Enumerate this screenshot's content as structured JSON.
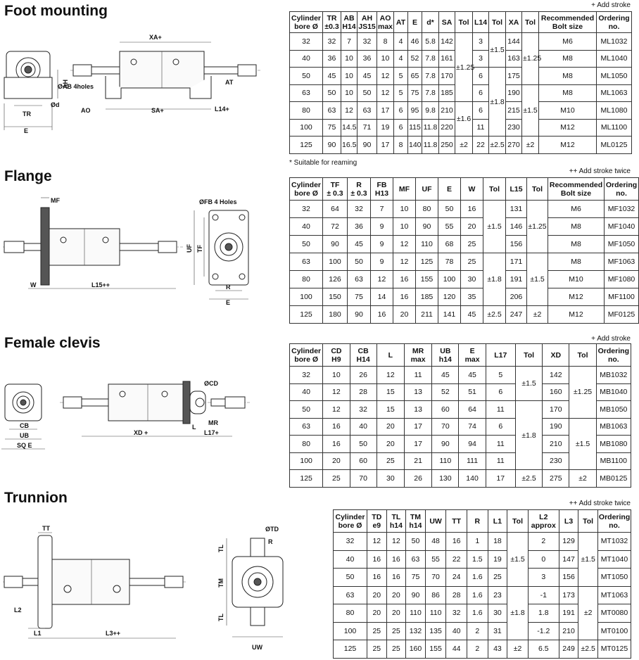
{
  "foot": {
    "title": "Foot mounting",
    "note_top": "+ Add stroke",
    "note_bottom": "* Suitable for reaming",
    "labels": {
      "xa": "XA+",
      "sa": "SA+",
      "ao": "AO",
      "at": "AT",
      "l14": "L14+",
      "ab": "ØAB 4holes",
      "ah": "AH",
      "d": "Ød",
      "tr": "TR",
      "e": "E"
    },
    "headers": [
      {
        "l1": "Cylinder",
        "l2": "bore Ø"
      },
      {
        "l1": "TR",
        "l2": "±0.3"
      },
      {
        "l1": "AB",
        "l2": "H14"
      },
      {
        "l1": "AH",
        "l2": "JS15"
      },
      {
        "l1": "AO",
        "l2": "max"
      },
      {
        "l1": "AT",
        "l2": ""
      },
      {
        "l1": "E",
        "l2": ""
      },
      {
        "l1": "d*",
        "l2": ""
      },
      {
        "l1": "SA",
        "l2": ""
      },
      {
        "l1": "Tol",
        "l2": ""
      },
      {
        "l1": "L14",
        "l2": ""
      },
      {
        "l1": "Tol",
        "l2": ""
      },
      {
        "l1": "XA",
        "l2": ""
      },
      {
        "l1": "Tol",
        "l2": ""
      },
      {
        "l1": "Recommended",
        "l2": "Bolt size"
      },
      {
        "l1": "Ordering",
        "l2": "no."
      }
    ],
    "rows": [
      {
        "bore": "32",
        "tr": "32",
        "ab": "7",
        "ah": "32",
        "ao": "8",
        "at": "4",
        "e": "46",
        "d": "5.8",
        "sa": "142",
        "l14": "3",
        "xa": "144",
        "bolt": "M6",
        "order": "ML1032"
      },
      {
        "bore": "40",
        "tr": "36",
        "ab": "10",
        "ah": "36",
        "ao": "10",
        "at": "4",
        "e": "52",
        "d": "7.8",
        "sa": "161",
        "l14": "3",
        "xa": "163",
        "bolt": "M8",
        "order": "ML1040"
      },
      {
        "bore": "50",
        "tr": "45",
        "ab": "10",
        "ah": "45",
        "ao": "12",
        "at": "5",
        "e": "65",
        "d": "7.8",
        "sa": "170",
        "l14": "6",
        "xa": "175",
        "bolt": "M8",
        "order": "ML1050"
      },
      {
        "bore": "63",
        "tr": "50",
        "ab": "10",
        "ah": "50",
        "ao": "12",
        "at": "5",
        "e": "75",
        "d": "7.8",
        "sa": "185",
        "l14": "6",
        "xa": "190",
        "bolt": "M8",
        "order": "ML1063"
      },
      {
        "bore": "80",
        "tr": "63",
        "ab": "12",
        "ah": "63",
        "ao": "17",
        "at": "6",
        "e": "95",
        "d": "9.8",
        "sa": "210",
        "l14": "6",
        "xa": "215",
        "bolt": "M10",
        "order": "ML1080"
      },
      {
        "bore": "100",
        "tr": "75",
        "ab": "14.5",
        "ah": "71",
        "ao": "19",
        "at": "6",
        "e": "115",
        "d": "11.8",
        "sa": "220",
        "l14": "11",
        "xa": "230",
        "bolt": "M12",
        "order": "ML1100"
      },
      {
        "bore": "125",
        "tr": "90",
        "ab": "16.5",
        "ah": "90",
        "ao": "17",
        "at": "8",
        "e": "140",
        "d": "11.8",
        "sa": "250",
        "l14": "22",
        "xa": "270",
        "bolt": "M12",
        "order": "ML0125"
      }
    ],
    "tols": {
      "sa_a": "±1.25",
      "sa_b": "±1.6",
      "sa_c": "±2",
      "l14_a": "±1.5",
      "l14_b": "±1.8",
      "l14_c": "±2.5",
      "xa_a": "±1.25",
      "xa_b": "±1.5",
      "xa_c": "±2"
    }
  },
  "flange": {
    "title": "Flange",
    "note_top": "++  Add stroke twice",
    "labels": {
      "mf": "MF",
      "fb": "ØFB 4 Holes",
      "w": "W",
      "l15": "L15++",
      "uf": "UF",
      "tf": "TF",
      "r": "R",
      "e": "E"
    },
    "headers": [
      {
        "l1": "Cylinder",
        "l2": "bore Ø"
      },
      {
        "l1": "TF",
        "l2": "± 0.3"
      },
      {
        "l1": "R",
        "l2": "± 0.3"
      },
      {
        "l1": "FB",
        "l2": "H13"
      },
      {
        "l1": "MF",
        "l2": ""
      },
      {
        "l1": "UF",
        "l2": ""
      },
      {
        "l1": "E",
        "l2": ""
      },
      {
        "l1": "W",
        "l2": ""
      },
      {
        "l1": "Tol",
        "l2": ""
      },
      {
        "l1": "L15",
        "l2": ""
      },
      {
        "l1": "Tol",
        "l2": ""
      },
      {
        "l1": "Recommended",
        "l2": "Bolt size"
      },
      {
        "l1": "Ordering",
        "l2": "no."
      }
    ],
    "rows": [
      {
        "bore": "32",
        "tf": "64",
        "r": "32",
        "fb": "7",
        "mf": "10",
        "uf": "80",
        "e": "50",
        "w": "16",
        "l15": "131",
        "bolt": "M6",
        "order": "MF1032"
      },
      {
        "bore": "40",
        "tf": "72",
        "r": "36",
        "fb": "9",
        "mf": "10",
        "uf": "90",
        "e": "55",
        "w": "20",
        "l15": "146",
        "bolt": "M8",
        "order": "MF1040"
      },
      {
        "bore": "50",
        "tf": "90",
        "r": "45",
        "fb": "9",
        "mf": "12",
        "uf": "110",
        "e": "68",
        "w": "25",
        "l15": "156",
        "bolt": "M8",
        "order": "MF1050"
      },
      {
        "bore": "63",
        "tf": "100",
        "r": "50",
        "fb": "9",
        "mf": "12",
        "uf": "125",
        "e": "78",
        "w": "25",
        "l15": "171",
        "bolt": "M8",
        "order": "MF1063"
      },
      {
        "bore": "80",
        "tf": "126",
        "r": "63",
        "fb": "12",
        "mf": "16",
        "uf": "155",
        "e": "100",
        "w": "30",
        "l15": "191",
        "bolt": "M10",
        "order": "MF1080"
      },
      {
        "bore": "100",
        "tf": "150",
        "r": "75",
        "fb": "14",
        "mf": "16",
        "uf": "185",
        "e": "120",
        "w": "35",
        "l15": "206",
        "bolt": "M12",
        "order": "MF1100"
      },
      {
        "bore": "125",
        "tf": "180",
        "r": "90",
        "fb": "16",
        "mf": "20",
        "uf": "211",
        "e": "141",
        "w": "45",
        "l15": "247",
        "bolt": "M12",
        "order": "MF0125"
      }
    ],
    "tols": {
      "w_a": "±1.5",
      "w_b": "±1.8",
      "w_c": "±2.5",
      "l15_a": "±1.25",
      "l15_b": "±1.5",
      "l15_c": "±2"
    }
  },
  "clevis": {
    "title": "Female clevis",
    "note_top": "+ Add stroke",
    "labels": {
      "cd": "ØCD",
      "mr": "MR",
      "l": "L",
      "xd": "XD +",
      "l17": "L17+",
      "cb": "CB",
      "ub": "UB",
      "sqe": "SQ E"
    },
    "headers": [
      {
        "l1": "Cylinder",
        "l2": "bore Ø"
      },
      {
        "l1": "CD",
        "l2": "H9"
      },
      {
        "l1": "CB",
        "l2": "H14"
      },
      {
        "l1": "L",
        "l2": ""
      },
      {
        "l1": "MR",
        "l2": "max"
      },
      {
        "l1": "UB",
        "l2": "h14"
      },
      {
        "l1": "E",
        "l2": "max"
      },
      {
        "l1": "L17",
        "l2": ""
      },
      {
        "l1": "Tol",
        "l2": ""
      },
      {
        "l1": "XD",
        "l2": ""
      },
      {
        "l1": "Tol",
        "l2": ""
      },
      {
        "l1": "Ordering",
        "l2": "no."
      }
    ],
    "rows": [
      {
        "bore": "32",
        "cd": "10",
        "cb": "26",
        "l": "12",
        "mr": "11",
        "ub": "45",
        "e": "45",
        "l17": "5",
        "xd": "142",
        "order": "MB1032"
      },
      {
        "bore": "40",
        "cd": "12",
        "cb": "28",
        "l": "15",
        "mr": "13",
        "ub": "52",
        "e": "51",
        "l17": "6",
        "xd": "160",
        "order": "MB1040"
      },
      {
        "bore": "50",
        "cd": "12",
        "cb": "32",
        "l": "15",
        "mr": "13",
        "ub": "60",
        "e": "64",
        "l17": "11",
        "xd": "170",
        "order": "MB1050"
      },
      {
        "bore": "63",
        "cd": "16",
        "cb": "40",
        "l": "20",
        "mr": "17",
        "ub": "70",
        "e": "74",
        "l17": "6",
        "xd": "190",
        "order": "MB1063"
      },
      {
        "bore": "80",
        "cd": "16",
        "cb": "50",
        "l": "20",
        "mr": "17",
        "ub": "90",
        "e": "94",
        "l17": "11",
        "xd": "210",
        "order": "MB1080"
      },
      {
        "bore": "100",
        "cd": "20",
        "cb": "60",
        "l": "25",
        "mr": "21",
        "ub": "110",
        "e": "111",
        "l17": "11",
        "xd": "230",
        "order": "MB1100"
      },
      {
        "bore": "125",
        "cd": "25",
        "cb": "70",
        "l": "30",
        "mr": "26",
        "ub": "130",
        "e": "140",
        "l17": "17",
        "xd": "275",
        "order": "MB0125"
      }
    ],
    "tols": {
      "l17_a": "±1.5",
      "l17_b": "±1.8",
      "l17_c": "±2.5",
      "xd_a": "±1.25",
      "xd_b": "±1.5",
      "xd_c": "±2"
    }
  },
  "trunnion": {
    "title": "Trunnion",
    "note_top": "++  Add stroke twice",
    "labels": {
      "tt": "TT",
      "td": "ØTD",
      "r": "R",
      "tl1": "TL",
      "tm": "TM",
      "tl2": "TL",
      "l2": "L2",
      "l1": "L1",
      "l3": "L3++",
      "uw": "UW"
    },
    "headers": [
      {
        "l1": "Cylinder",
        "l2": "bore Ø"
      },
      {
        "l1": "TD",
        "l2": "e9"
      },
      {
        "l1": "TL",
        "l2": "h14"
      },
      {
        "l1": "TM",
        "l2": "h14"
      },
      {
        "l1": "UW",
        "l2": ""
      },
      {
        "l1": "TT",
        "l2": ""
      },
      {
        "l1": "R",
        "l2": ""
      },
      {
        "l1": "L1",
        "l2": ""
      },
      {
        "l1": "Tol",
        "l2": ""
      },
      {
        "l1": "L2",
        "l2": "approx"
      },
      {
        "l1": "L3",
        "l2": ""
      },
      {
        "l1": "Tol",
        "l2": ""
      },
      {
        "l1": "Ordering",
        "l2": "no."
      }
    ],
    "rows": [
      {
        "bore": "32",
        "td": "12",
        "tl": "12",
        "tm": "50",
        "uw": "48",
        "tt": "16",
        "r": "1",
        "l1": "18",
        "l2": "2",
        "l3": "129",
        "order": "MT1032"
      },
      {
        "bore": "40",
        "td": "16",
        "tl": "16",
        "tm": "63",
        "uw": "55",
        "tt": "22",
        "r": "1.5",
        "l1": "19",
        "l2": "0",
        "l3": "147",
        "order": "MT1040"
      },
      {
        "bore": "50",
        "td": "16",
        "tl": "16",
        "tm": "75",
        "uw": "70",
        "tt": "24",
        "r": "1.6",
        "l1": "25",
        "l2": "3",
        "l3": "156",
        "order": "MT1050"
      },
      {
        "bore": "63",
        "td": "20",
        "tl": "20",
        "tm": "90",
        "uw": "86",
        "tt": "28",
        "r": "1.6",
        "l1": "23",
        "l2": "-1",
        "l3": "173",
        "order": "MT1063"
      },
      {
        "bore": "80",
        "td": "20",
        "tl": "20",
        "tm": "110",
        "uw": "110",
        "tt": "32",
        "r": "1.6",
        "l1": "30",
        "l2": "1.8",
        "l3": "191",
        "order": "MT0080"
      },
      {
        "bore": "100",
        "td": "25",
        "tl": "25",
        "tm": "132",
        "uw": "135",
        "tt": "40",
        "r": "2",
        "l1": "31",
        "l2": "-1.2",
        "l3": "210",
        "order": "MT0100"
      },
      {
        "bore": "125",
        "td": "25",
        "tl": "25",
        "tm": "160",
        "uw": "155",
        "tt": "44",
        "r": "2",
        "l1": "43",
        "l2": "6.5",
        "l3": "249",
        "order": "MT0125"
      }
    ],
    "tols": {
      "l1_a": "±1.5",
      "l1_b": "±1.8",
      "l1_c": "±2",
      "l3_a": "±1.5",
      "l3_b": "±2",
      "l3_c": "±2.5"
    }
  }
}
